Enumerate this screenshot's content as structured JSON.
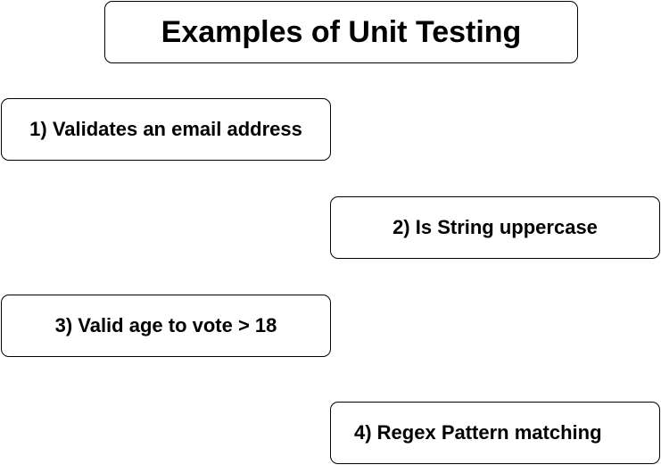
{
  "title": "Examples of Unit Testing",
  "items": [
    {
      "label": "1) Validates an email address"
    },
    {
      "label": "2) Is String uppercase"
    },
    {
      "label": "3) Valid age to vote > 18"
    },
    {
      "label": "4) Regex Pattern matching"
    }
  ]
}
